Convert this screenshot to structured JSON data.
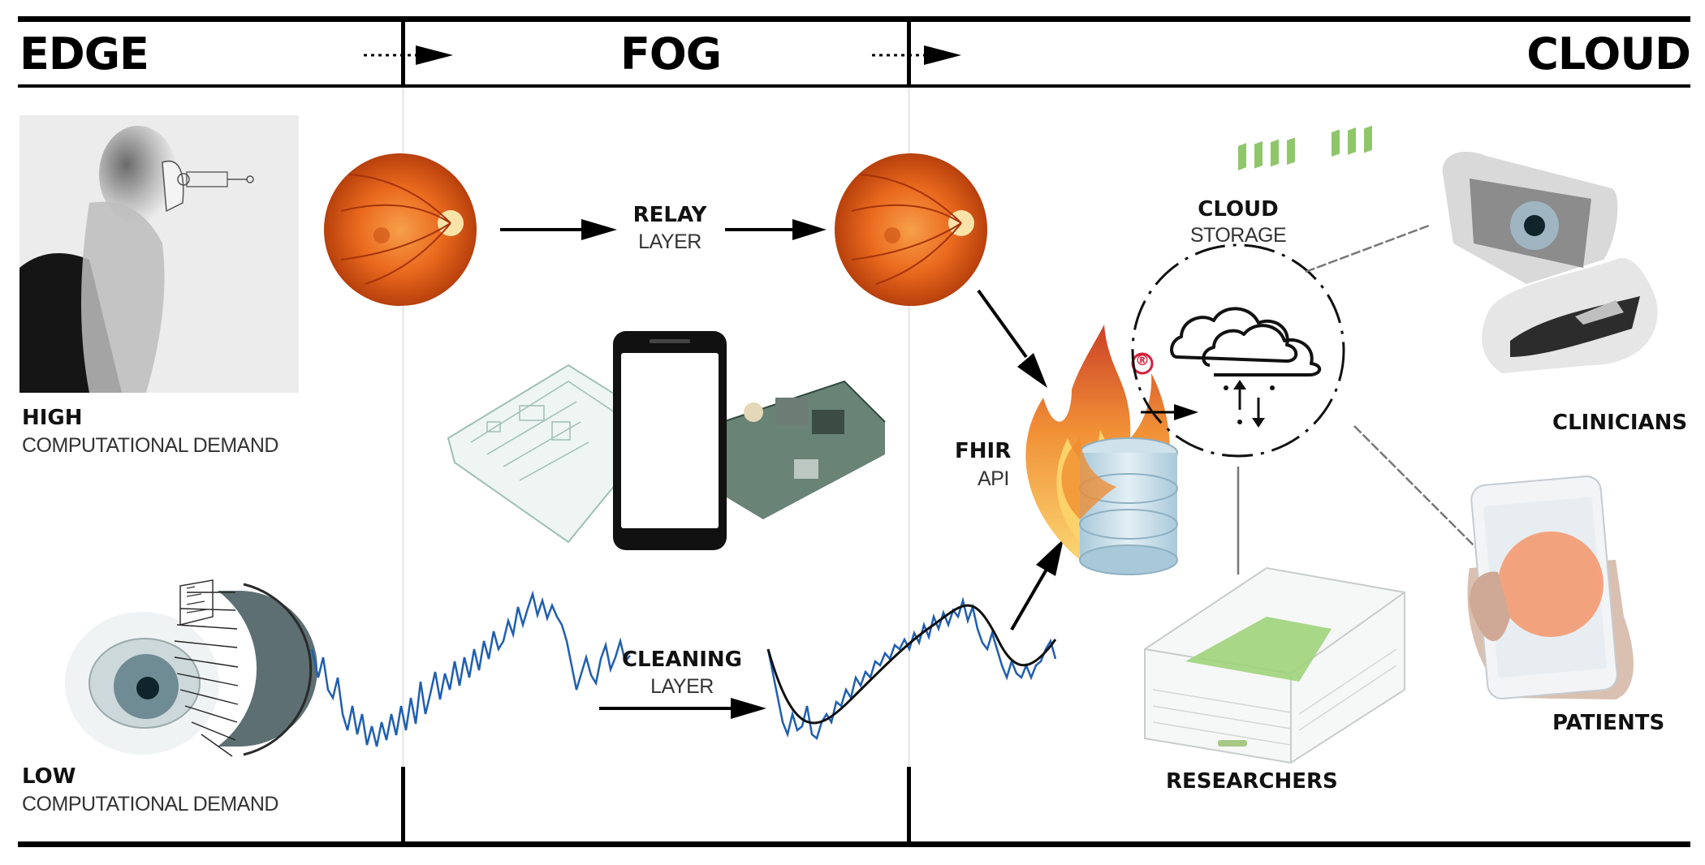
{
  "header": {
    "edge": "EDGE",
    "fog": "FOG",
    "cloud": "CLOUD"
  },
  "edge": {
    "high_label": "HIGH",
    "high_sub": "COMPUTATIONAL DEMAND",
    "low_label": "LOW",
    "low_sub": "COMPUTATIONAL DEMAND"
  },
  "fog": {
    "relay_label": "RELAY",
    "relay_sub": "LAYER",
    "cleaning_label": "CLEANING",
    "cleaning_sub": "LAYER"
  },
  "cloud": {
    "fhir_label": "FHIR",
    "fhir_sub": "API",
    "storage_label": "CLOUD",
    "storage_sub": "STORAGE",
    "registered_mark": "®",
    "clinicians": "CLINICIANS",
    "patients": "PATIENTS",
    "researchers": "RESEARCHERS"
  },
  "icons": [
    "head-scanner-photo",
    "retina-image",
    "smartphone-icon",
    "circuit-board-icon",
    "eye-lens-icon",
    "signal-wave",
    "fire-database-icon",
    "cloud-icon",
    "server-rack-icon",
    "eye-scanner-device-icon",
    "phone-in-hand-icon"
  ],
  "colors": {
    "ink": "#000000",
    "signal_blue": "#1f5fb0",
    "retina_orange": "#e8641c",
    "flame_orange": "#f08a2c",
    "db_blue": "#bcd6e4",
    "registered_red": "#d6203a",
    "server_green": "#8fc66a"
  }
}
